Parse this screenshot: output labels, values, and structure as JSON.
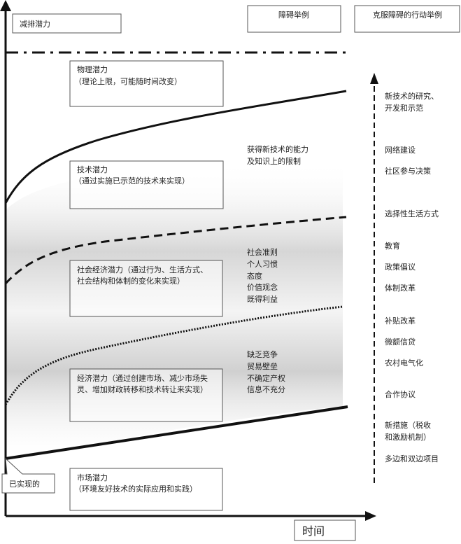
{
  "header": {
    "y_axis_title": "减排潜力",
    "barriers_title": "障碍举例",
    "actions_title": "克服障碍的行动举例"
  },
  "potentials": {
    "physical": {
      "title": "物理潜力",
      "desc": "（理论上限，可能随时间改变）"
    },
    "technical": {
      "title": "技术潜力",
      "desc": "（通过实施已示范的技术来实现）"
    },
    "socioeconomic": {
      "line1": "社会经济潜力（通过行为、生活方式、",
      "line2": "社会结构和体制的变化来实现）"
    },
    "economic": {
      "line1": "经济潜力（通过创建市场、减少市场失",
      "line2": "灵、增加财政转移和技术转让来实现）"
    },
    "market": {
      "title": "市场潜力",
      "desc": "（环境友好技术的实际应用和实践）"
    }
  },
  "achieved_label": "已实现的",
  "x_axis_title": "时间",
  "barriers": {
    "technical": [
      "获得新技术的能力",
      "及知识上的限制"
    ],
    "social": [
      "社会准则",
      "个人习惯",
      "态度",
      "价值观念",
      "既得利益"
    ],
    "economic": [
      "缺乏竞争",
      "贸易壁垒",
      "不确定产权",
      "信息不充分"
    ]
  },
  "actions": [
    "新技术的研究、",
    "开发和示范",
    "网络建设",
    "社区参与决策",
    "选择性生活方式",
    "教育",
    "政策倡议",
    "体制改革",
    "补贴改革",
    "微额信贷",
    "农村电气化",
    "合作协议",
    "新措施（税收",
    "和激励机制）",
    "多边和双边项目"
  ]
}
